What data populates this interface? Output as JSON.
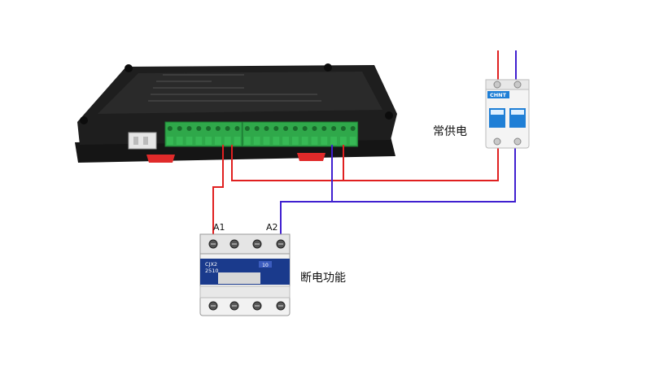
{
  "labels": {
    "breaker": "常供电",
    "contactor": "断电功能",
    "terminal_a1": "A1",
    "terminal_a2": "A2"
  },
  "breaker_brand": "CHNT",
  "contactor_model": {
    "line1": "CJX2",
    "line2": "2510",
    "rating": "10"
  },
  "colors": {
    "live_wire": "#e02020",
    "neutral_wire": "#4020d0",
    "terminal_green": "#2fa84a",
    "controller_body": "#1e1e1e",
    "contactor_body": "#f2f2f2",
    "contactor_accent": "#1a3a8c",
    "breaker_accent": "#1f7fd6"
  }
}
